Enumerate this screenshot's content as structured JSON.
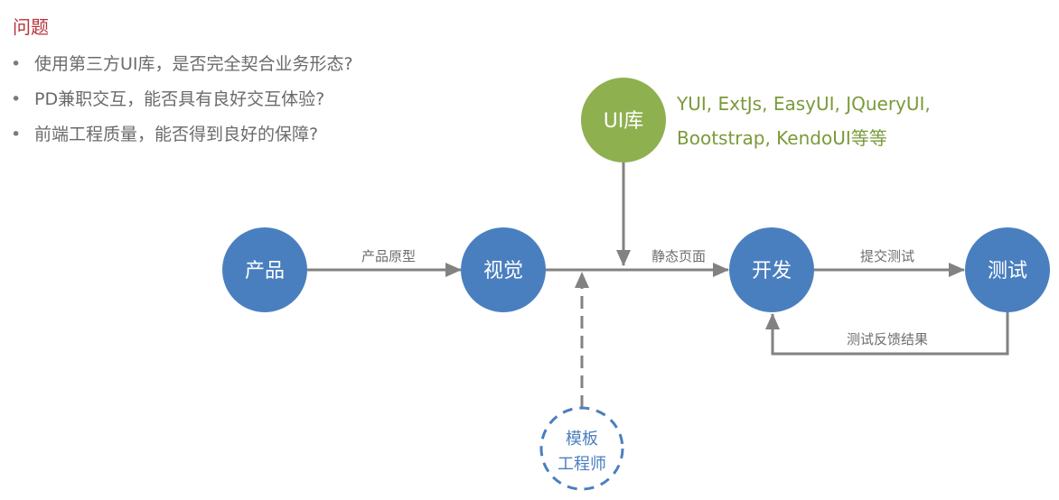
{
  "heading": "问题",
  "bullets": [
    "使用第三方UI库，是否完全契合业务形态?",
    "PD兼职交互，能否具有良好交互体验?",
    "前端工程质量，能否得到良好的保障?"
  ],
  "colors": {
    "heading": "#b8333a",
    "node_blue": "#4a7fbf",
    "node_green": "#8fb04f",
    "arrow": "#828282",
    "lib_text": "#7a9a3a"
  },
  "nodes": {
    "product": "产品",
    "visual": "视觉",
    "dev": "开发",
    "test": "测试",
    "ui_lib": "UI库",
    "template_line1": "模板",
    "template_line2": "工程师"
  },
  "edges": {
    "product_to_visual": "产品原型",
    "visual_to_dev": "静态页面",
    "dev_to_test": "提交测试",
    "test_feedback": "测试反馈结果"
  },
  "ui_lib_examples": {
    "line1": "YUI, ExtJs, EasyUI, JQueryUI,",
    "line2": "Bootstrap, KendoUI等等"
  }
}
